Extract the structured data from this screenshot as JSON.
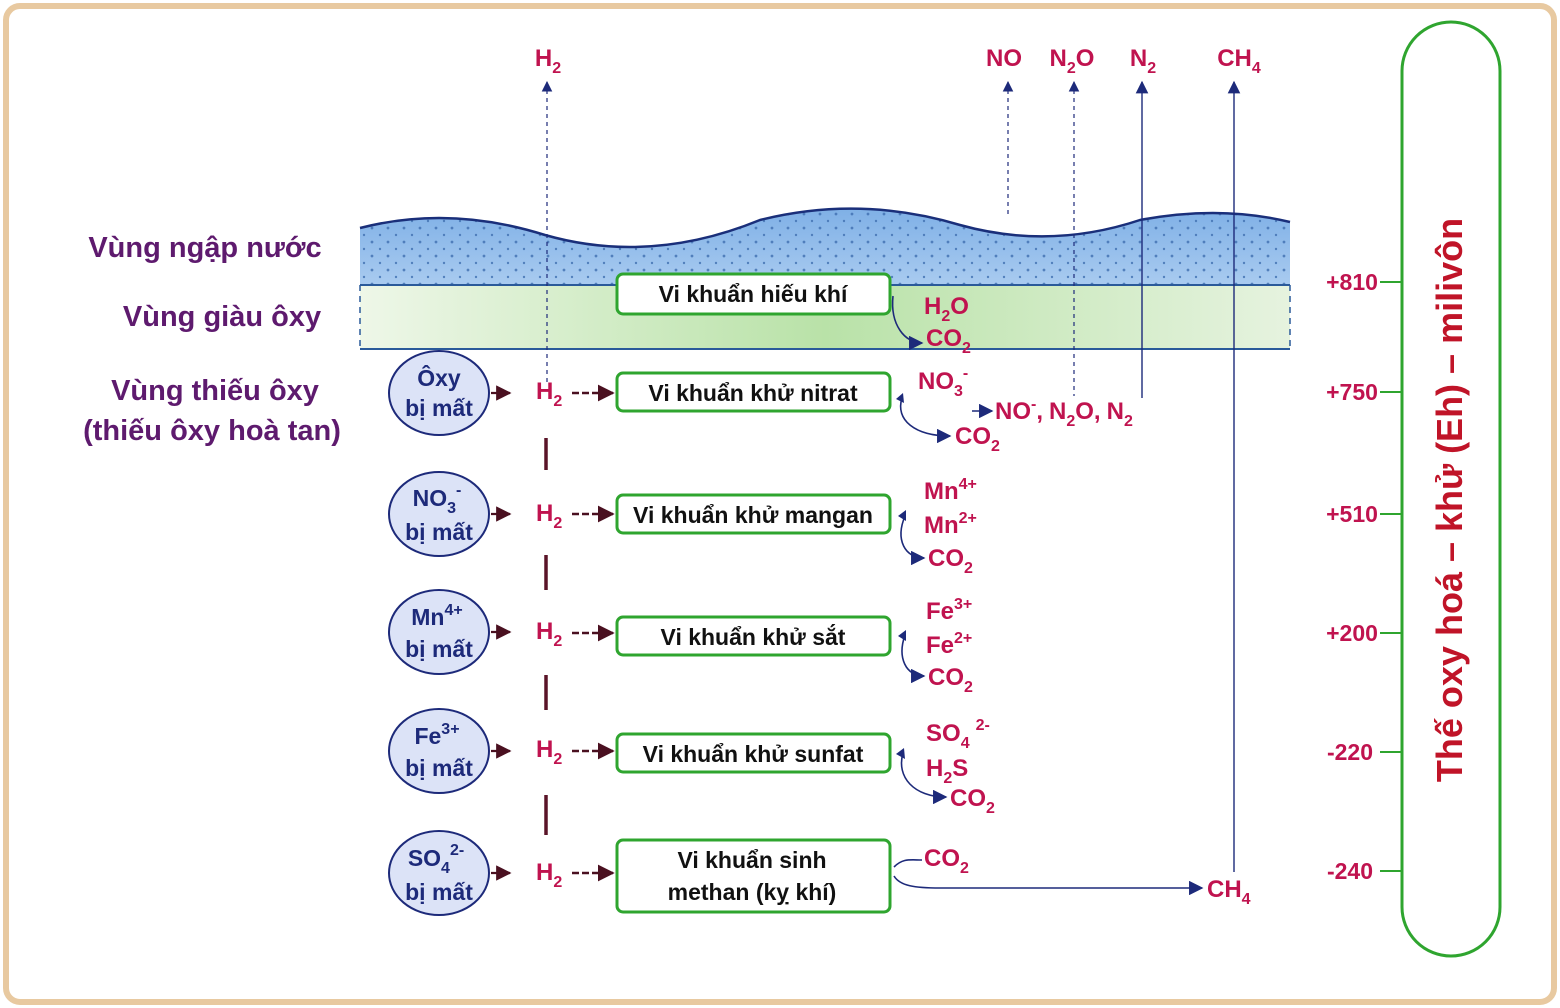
{
  "zones": {
    "flooded": "Vùng ngập nước",
    "oxygen_rich": "Vùng giàu ôxy",
    "oxygen_poor_line1": "Vùng thiếu ôxy",
    "oxygen_poor_line2": "(thiếu ôxy hoà tan)"
  },
  "top_gases": {
    "h2": {
      "base": "H",
      "sub": "2"
    },
    "no": {
      "base": "NO"
    },
    "n2o": {
      "base": "N",
      "sub": "2",
      "tail": "O"
    },
    "n2": {
      "base": "N",
      "sub": "2"
    },
    "ch4": {
      "base": "CH",
      "sub": "4"
    }
  },
  "bacteria": {
    "aerobic": "Vi khuẩn hiếu khí",
    "nitrate": "Vi khuẩn khử nitrat",
    "manganese": "Vi khuẩn khử mangan",
    "iron": "Vi khuẩn khử sắt",
    "sulfate": "Vi khuẩn khử sunfat",
    "methanogen_line1": "Vi khuẩn sinh",
    "methanogen_line2": "methan (kỵ khí)"
  },
  "depleted": {
    "oxygen": {
      "line1": "Ôxy",
      "line2": "bị mất"
    },
    "nitrate": {
      "base": "NO",
      "sub": "3",
      "sup": "-",
      "line2": "bị mất"
    },
    "manganese": {
      "base": "Mn",
      "sup": "4+",
      "line2": "bị mất"
    },
    "iron": {
      "base": "Fe",
      "sup": "3+",
      "line2": "bị mất"
    },
    "sulfate": {
      "base": "SO",
      "sub": "4",
      "sup": "2-",
      "line2": "bị mất"
    }
  },
  "hydrogen_label": {
    "base": "H",
    "sub": "2"
  },
  "products": {
    "aerobic": {
      "water": {
        "base": "H",
        "sub": "2",
        "tail": "O"
      },
      "co2": {
        "base": "CO",
        "sub": "2"
      }
    },
    "nitrate": {
      "nitrate_in": {
        "base": "NO",
        "sub": "3",
        "sup": "-"
      },
      "output": {
        "no": "NO",
        "no_sup": "-",
        "n2o_base": "N",
        "n2o_sub": "2",
        "n2o_tail": "O",
        "n2_base": "N",
        "n2_sub": "2",
        "sep": ","
      },
      "co2": {
        "base": "CO",
        "sub": "2"
      }
    },
    "manganese": {
      "in": {
        "base": "Mn",
        "sup": "4+"
      },
      "out": {
        "base": "Mn",
        "sup": "2+"
      },
      "co2": {
        "base": "CO",
        "sub": "2"
      }
    },
    "iron": {
      "in": {
        "base": "Fe",
        "sup": "3+"
      },
      "out": {
        "base": "Fe",
        "sup": "2+"
      },
      "co2": {
        "base": "CO",
        "sub": "2"
      }
    },
    "sulfate": {
      "in": {
        "base": "SO",
        "sub": "4",
        "sup": "2-"
      },
      "out": {
        "base": "H",
        "sub": "2",
        "tail": "S"
      },
      "co2": {
        "base": "CO",
        "sub": "2"
      }
    },
    "methanogen": {
      "co2": {
        "base": "CO",
        "sub": "2"
      },
      "ch4": {
        "base": "CH",
        "sub": "4"
      }
    }
  },
  "eh_values": [
    "+810",
    "+750",
    "+510",
    "+200",
    "-220",
    "-240"
  ],
  "axis_title": "Thế oxy hoá – khử (Eh) – milivôn",
  "colors": {
    "zone_text": "#5e1a6e",
    "chem_text": "#c0134f",
    "box_border": "#2fa52f",
    "oval_fill": "#dce3f7",
    "oval_border": "#1d2a7a",
    "water": "#8fb8ea",
    "green_band": "#b9e2a8",
    "axis_title": "#c01428",
    "frame": "#e8c9a0"
  }
}
